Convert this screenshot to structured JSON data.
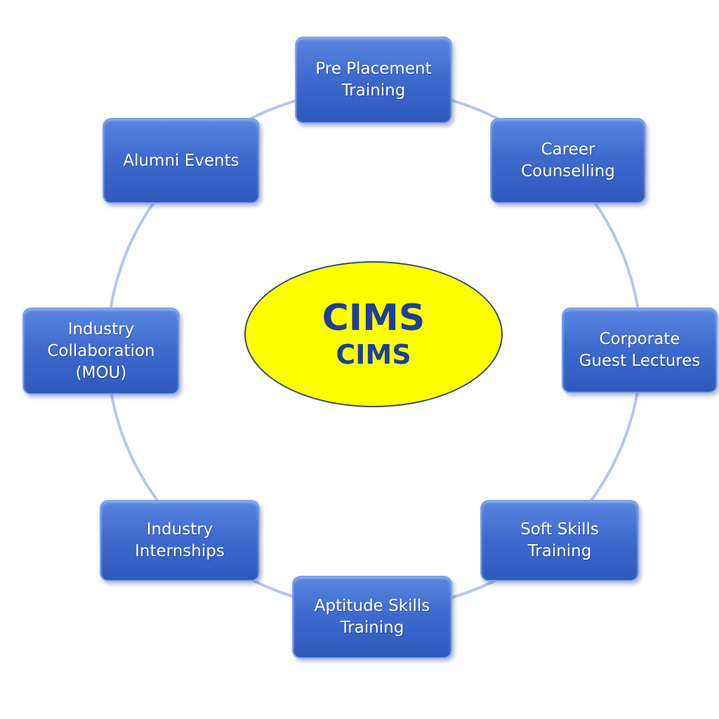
{
  "colors": {
    "node_fill": "#3f6bcf",
    "node_border": "#7ea2ec",
    "ring": "#b5c6ee",
    "center_fill": "#ffff00",
    "center_text": "#1e3f9a",
    "node_text": "#ffffff"
  },
  "center": {
    "title": "CIMS",
    "subtitle": "CIMS"
  },
  "nodes": [
    {
      "label": "Pre Placement\nTraining"
    },
    {
      "label": "Career\nCounselling"
    },
    {
      "label": "Corporate\nGuest Lectures"
    },
    {
      "label": "Soft Skills\nTraining"
    },
    {
      "label": "Aptitude Skills\nTraining"
    },
    {
      "label": "Industry\nInternships"
    },
    {
      "label": "Industry\nCollaboration\n(MOU)"
    },
    {
      "label": "Alumni Events"
    }
  ]
}
